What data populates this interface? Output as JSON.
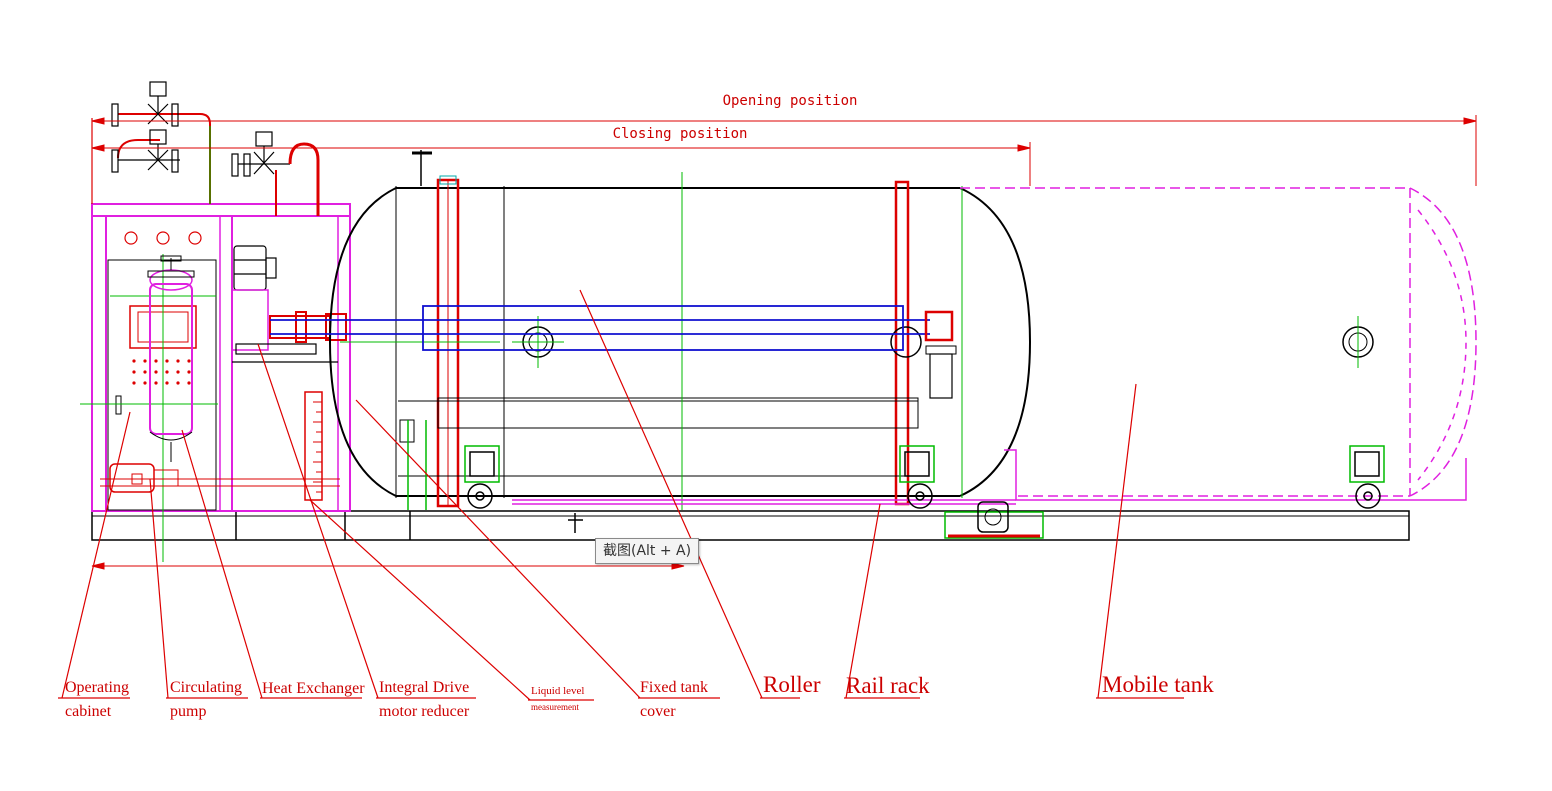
{
  "dimensions": {
    "opening": "Opening position",
    "closing": "Closing position"
  },
  "labels": {
    "operating_cabinet": [
      "Operating",
      "cabinet"
    ],
    "circulating_pump": [
      "Circulating",
      "pump"
    ],
    "heat_exchanger": "Heat Exchanger",
    "drive_motor": [
      "Integral Drive",
      "motor reducer"
    ],
    "liquid_level": [
      "Liquid level",
      "measurement"
    ],
    "fixed_cover": [
      "Fixed tank",
      "cover"
    ],
    "roller": "Roller",
    "rail_rack": "Rail rack",
    "mobile_tank": "Mobile tank"
  },
  "tooltip": "截图(Alt + A)",
  "colors": {
    "leader": "#dd0000",
    "frame": "#e020e0",
    "tank": "#000000",
    "shaft": "#1010d0",
    "center": "#00bb00"
  }
}
